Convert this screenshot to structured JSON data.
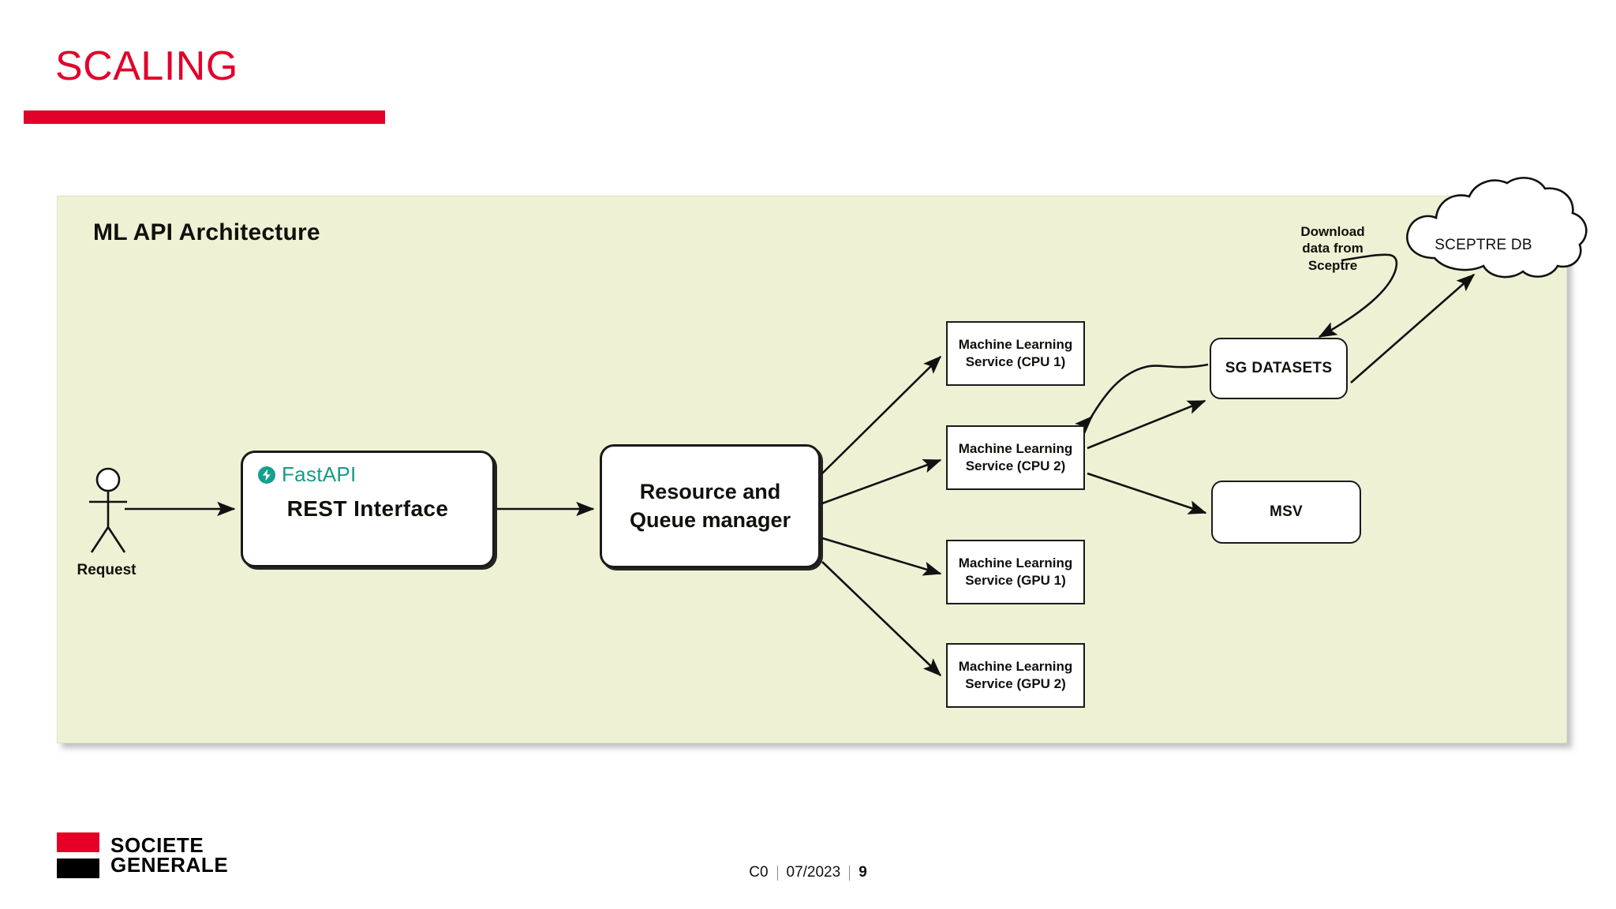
{
  "slide": {
    "title": "SCALING",
    "accent_color": "#e1022a"
  },
  "diagram": {
    "title": "ML API Architecture",
    "panel_color": "#eef1d4",
    "actor": {
      "label": "Request",
      "icon": "uml-actor-icon"
    },
    "nodes": [
      {
        "id": "rest",
        "badge": "FastAPI",
        "label": "REST Interface"
      },
      {
        "id": "queue",
        "line1": "Resource and",
        "line2": "Queue manager"
      },
      {
        "id": "ml-cpu1",
        "line1": "Machine Learning",
        "line2": "Service (CPU 1)"
      },
      {
        "id": "ml-cpu2",
        "line1": "Machine Learning",
        "line2": "Service (CPU 2)"
      },
      {
        "id": "ml-gpu1",
        "line1": "Machine Learning",
        "line2": "Service (GPU 1)"
      },
      {
        "id": "ml-gpu2",
        "line1": "Machine Learning",
        "line2": "Service (GPU 2)"
      },
      {
        "id": "sg-datasets",
        "label": "SG DATASETS"
      },
      {
        "id": "msv",
        "label": "MSV"
      },
      {
        "id": "sceptre-db",
        "label": "SCEPTRE DB",
        "shape": "cloud"
      }
    ],
    "annotations": {
      "download_note_line1": "Download",
      "download_note_line2": "data from",
      "download_note_line3": "Sceptre"
    },
    "fastapi_badge": {
      "text": "FastAPI",
      "color": "#189a8a",
      "icon": "fastapi-bolt-icon"
    }
  },
  "footer": {
    "brand_line1": "SOCIETE",
    "brand_line2": "GENERALE",
    "classification": "C0",
    "date": "07/2023",
    "page_number": "9"
  }
}
